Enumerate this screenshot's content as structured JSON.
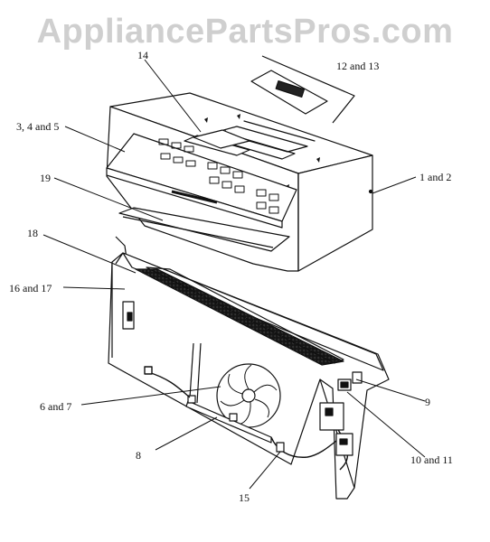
{
  "watermark": "AppliancePartsPros.com",
  "labels": {
    "l14": "14",
    "l12_13": "12 and 13",
    "l3_4_5": "3, 4 and 5",
    "l1_2": "1 and 2",
    "l19": "19",
    "l18": "18",
    "l16_17": "16 and 17",
    "l6_7": "6 and 7",
    "l8": "8",
    "l9": "9",
    "l10_11": "10 and 11",
    "l15": "15"
  }
}
